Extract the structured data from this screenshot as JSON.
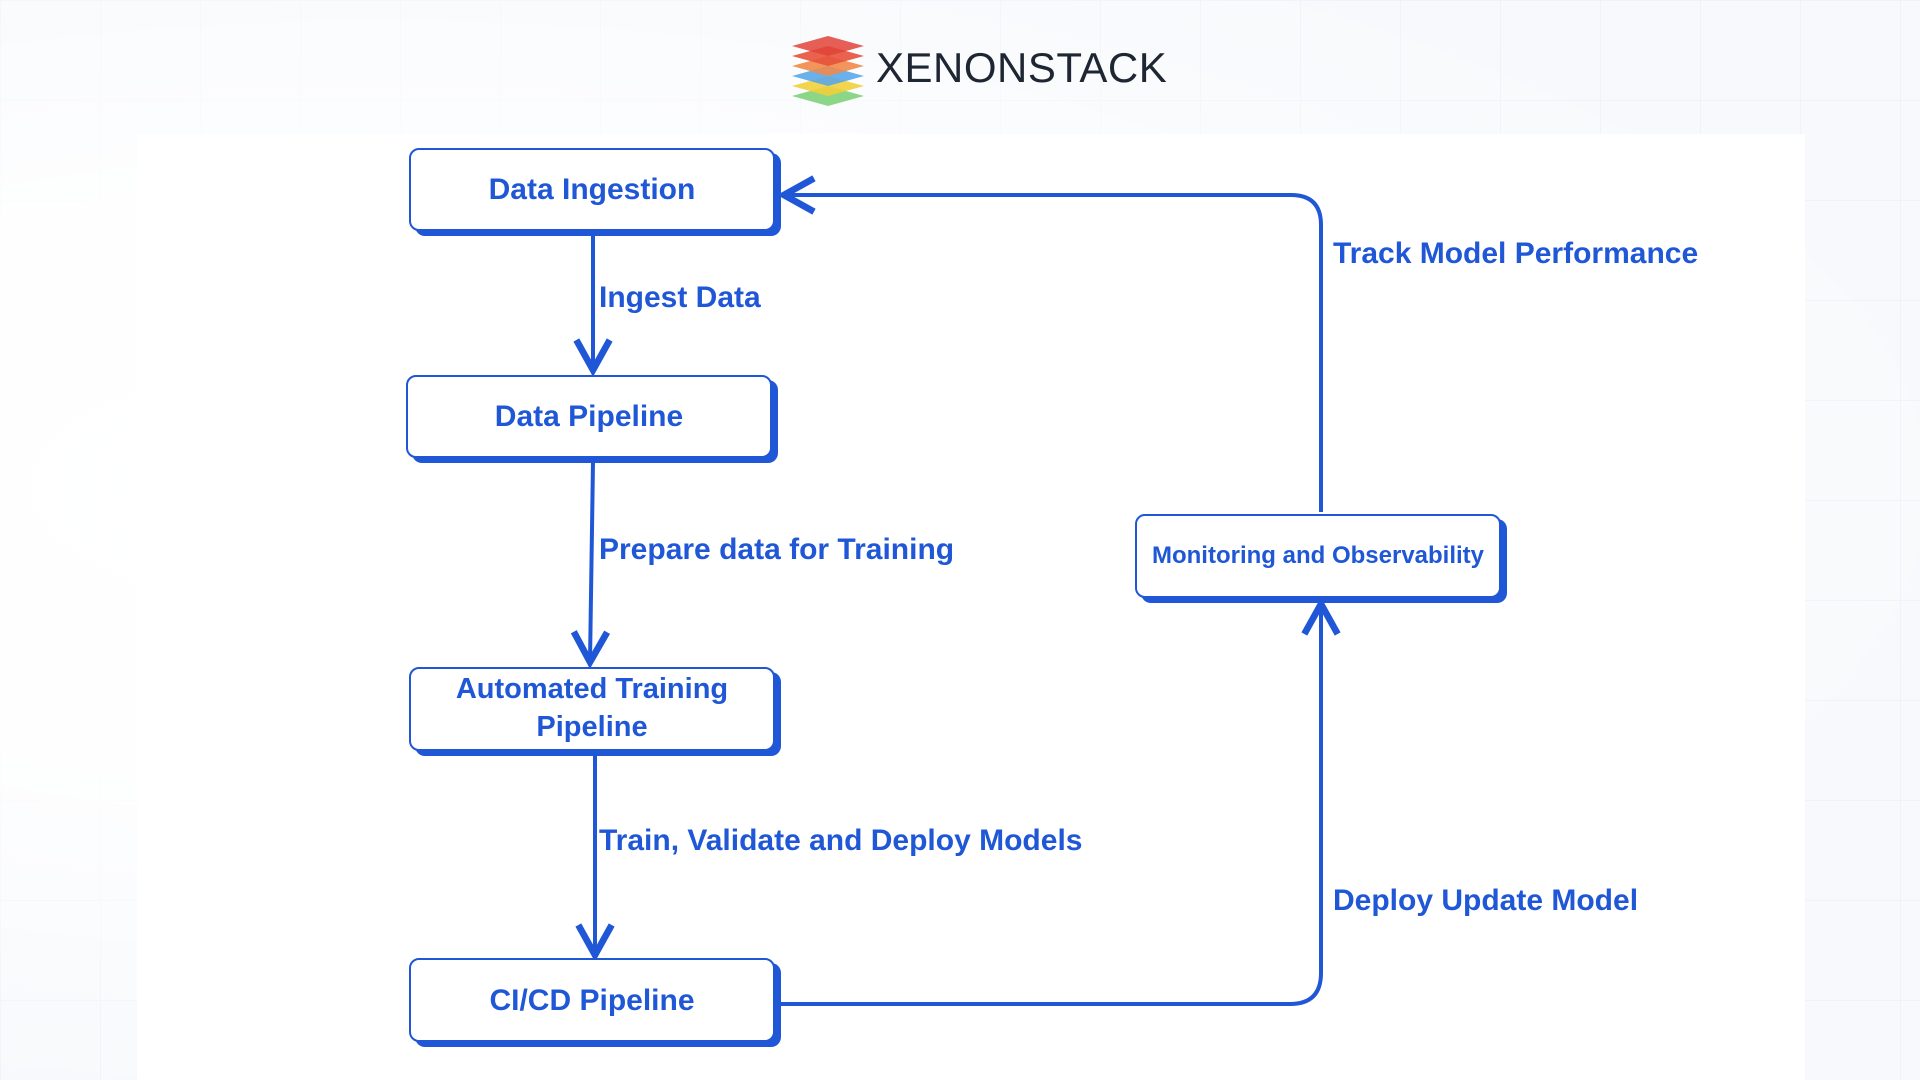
{
  "brand": {
    "logo_text": "XENONSTACK"
  },
  "nodes": {
    "data_ingestion": "Data Ingestion",
    "data_pipeline": "Data Pipeline",
    "automated_training_line1": "Automated Training",
    "automated_training_line2": "Pipeline",
    "cicd_pipeline": "CI/CD Pipeline",
    "monitoring": "Monitoring and Observability"
  },
  "edges": {
    "ingest_data": "Ingest Data",
    "prepare_data": "Prepare data for Training",
    "train_validate_deploy": "Train, Validate and Deploy Models",
    "deploy_update_model": "Deploy Update Model",
    "track_model_performance": "Track Model Performance"
  },
  "colors": {
    "accent": "#1f57d6",
    "node_fill": "#ffffff",
    "logo_text": "#1f2633"
  }
}
